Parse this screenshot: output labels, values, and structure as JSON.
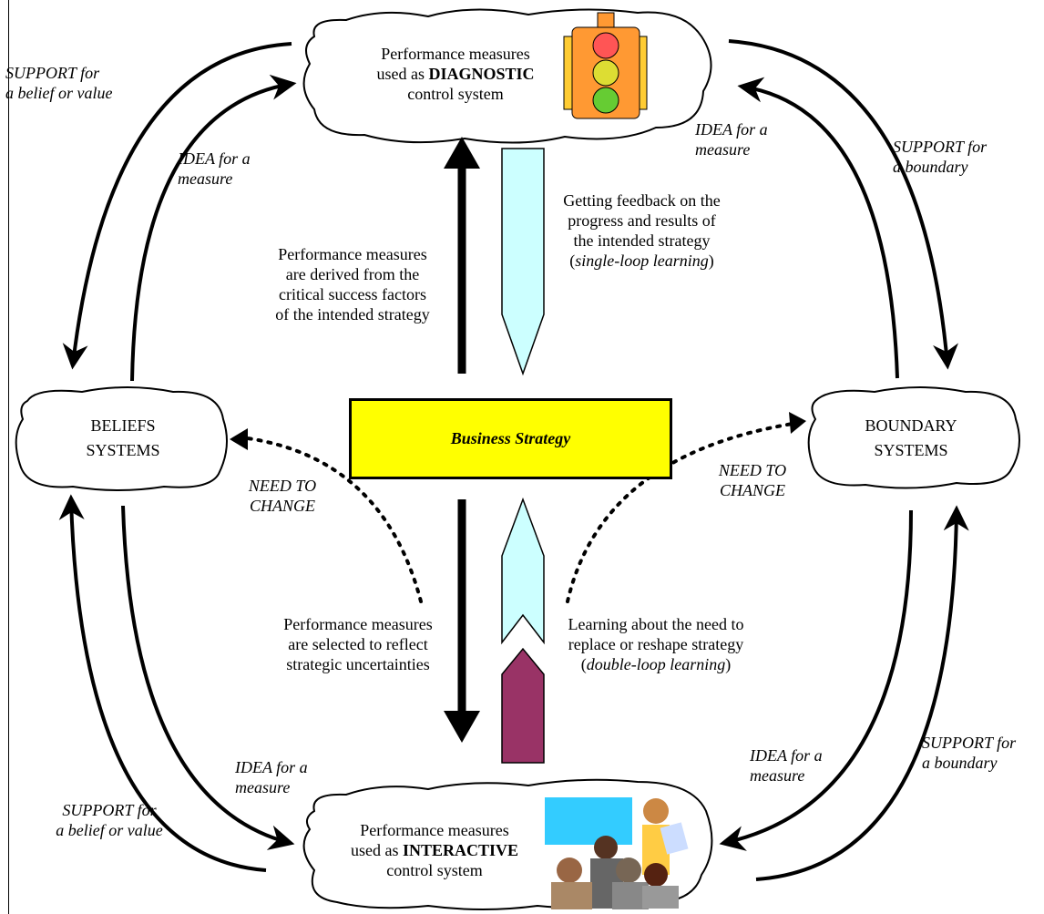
{
  "diagnostic": {
    "line1": "Performance measures",
    "line2_prefix": "used as ",
    "line2_bold": "DIAGNOSTIC",
    "line3": "control system"
  },
  "interactive": {
    "line1": "Performance measures",
    "line2_prefix": "used as ",
    "line2_bold": "INTERACTIVE",
    "line3": "control system"
  },
  "beliefs": {
    "line1": "BELIEFS",
    "line2": "SYSTEMS"
  },
  "boundary": {
    "line1": "BOUNDARY",
    "line2": "SYSTEMS"
  },
  "strategy": {
    "label": "Business Strategy"
  },
  "labels": {
    "support_belief_top": [
      "SUPPORT for",
      "a belief or value"
    ],
    "idea_measure_top_left": [
      "IDEA for a",
      "measure"
    ],
    "idea_measure_top_right": [
      "IDEA for a",
      "measure"
    ],
    "support_boundary_top": [
      "SUPPORT for",
      "a boundary"
    ],
    "derived": [
      "Performance measures",
      "are derived from the",
      "critical success factors",
      "of the intended strategy"
    ],
    "feedback": [
      "Getting feedback on the",
      "progress and results of",
      "the intended strategy"
    ],
    "feedback_italic": "single-loop learning",
    "need_change_left": [
      "NEED TO",
      "CHANGE"
    ],
    "need_change_right": [
      "NEED TO",
      "CHANGE"
    ],
    "selected": [
      "Performance measures",
      "are selected to reflect",
      "strategic uncertainties"
    ],
    "learning": [
      "Learning about the need to",
      "replace or reshape strategy"
    ],
    "learning_italic": "double-loop learning",
    "idea_measure_bottom_left": [
      "IDEA for a",
      "measure"
    ],
    "support_belief_bottom": [
      "SUPPORT for",
      "a belief or value"
    ],
    "idea_measure_bottom_right": [
      "IDEA for a",
      "measure"
    ],
    "support_boundary_bottom": [
      "SUPPORT for",
      "a boundary"
    ]
  },
  "icons": {
    "traffic_light": "traffic-light-icon",
    "meeting": "meeting-people-icon"
  },
  "colors": {
    "strategy_box": "#ffff00",
    "single_loop_arrow": "#ccffff",
    "double_loop_arrow": "#993366"
  }
}
